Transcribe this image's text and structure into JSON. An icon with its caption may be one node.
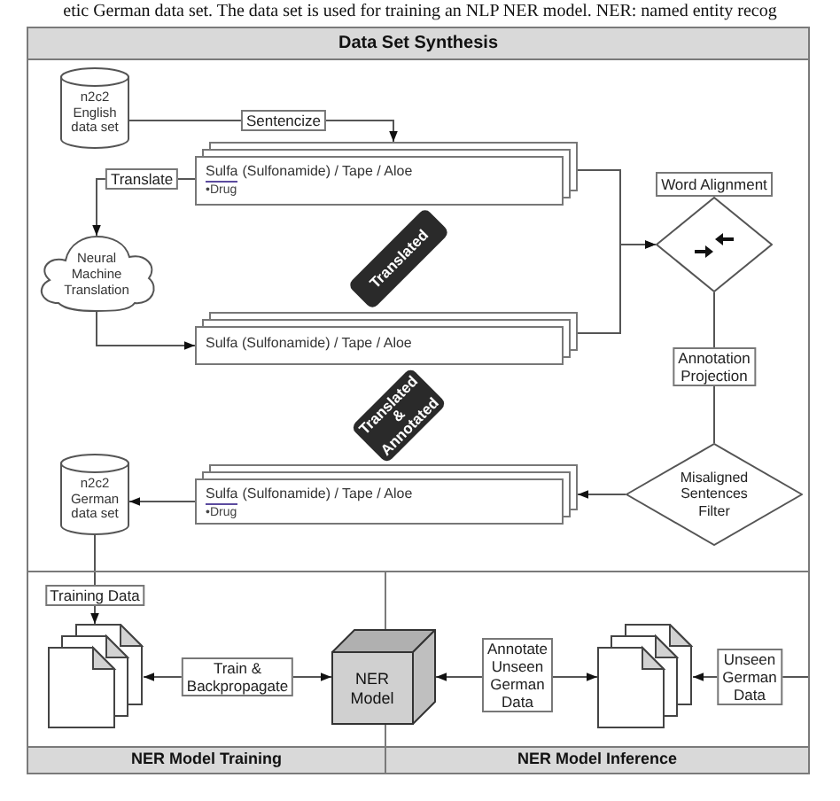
{
  "diagram": {
    "caption": "etic German data set. The data set is used for training an NLP NER model. NER: named entity recog",
    "nodes": [
      {
        "text": [
          "Data Set Synthesis"
        ]
      },
      {
        "text": [
          "n2c2 English data set"
        ],
        "in": 0
      },
      {
        "text": [
          "Sulfa",
          "(Sulfonamide) / Tape / Aloe",
          "•Drug"
        ],
        "in": 0
      },
      {
        "text": [
          "Word Alignment"
        ],
        "in": 0
      },
      {
        "text": [
          "Neural Machine Translation"
        ],
        "in": 0
      },
      {
        "text": [
          "Sulfa (Sulfonamide) / Tape / Aloe"
        ],
        "in": 0
      },
      {
        "text": [
          "Translated"
        ],
        "in": 0
      },
      {
        "text": [
          "Translated & Annotated"
        ],
        "in": 0
      },
      {
        "text": [
          "n2c2 German data set"
        ],
        "in": 0
      },
      {
        "text": [
          "Sulfa",
          "(Sulfonamide) / Tape / Aloe",
          "•Drug"
        ],
        "in": 0
      },
      {
        "text": [
          "Misaligned Sentences Filter"
        ],
        "in": 0
      },
      {
        "text": [
          "NER Model Training"
        ]
      },
      {
        "text": [],
        "shape": "document",
        "in": 11
      },
      {
        "text": [
          "NER Model"
        ]
      },
      {
        "text": [
          "NER Model Inference"
        ]
      },
      {
        "text": [],
        "shape": "document",
        "in": 14
      }
    ],
    "edges": [
      {
        "from": 1,
        "to": 2,
        "arrow": "to",
        "label": "Sentencize"
      },
      {
        "from": 2,
        "to": 4,
        "arrow": "to",
        "label": "Translate"
      },
      {
        "from": 4,
        "to": 5,
        "arrow": "to"
      },
      {
        "from": 2,
        "to": 3,
        "arrow": "to"
      },
      {
        "from": 5,
        "to": 3,
        "arrow": "to"
      },
      {
        "from": 3,
        "to": 10,
        "arrow": "none",
        "label": "Annotation Projection"
      },
      {
        "from": 10,
        "to": 9,
        "arrow": "to"
      },
      {
        "from": 9,
        "to": 8,
        "arrow": "to"
      },
      {
        "from": 8,
        "to": 12,
        "arrow": "to",
        "label": "Training Data"
      },
      {
        "from": 12,
        "to": 13,
        "arrow": "both",
        "label": "Train & Backpropagate"
      },
      {
        "from": 13,
        "to": 15,
        "arrow": "both",
        "label": "Annotate Unseen German Data"
      },
      {
        "from": null,
        "to": 15,
        "arrow": "to",
        "label": "Unseen German Data"
      }
    ]
  }
}
